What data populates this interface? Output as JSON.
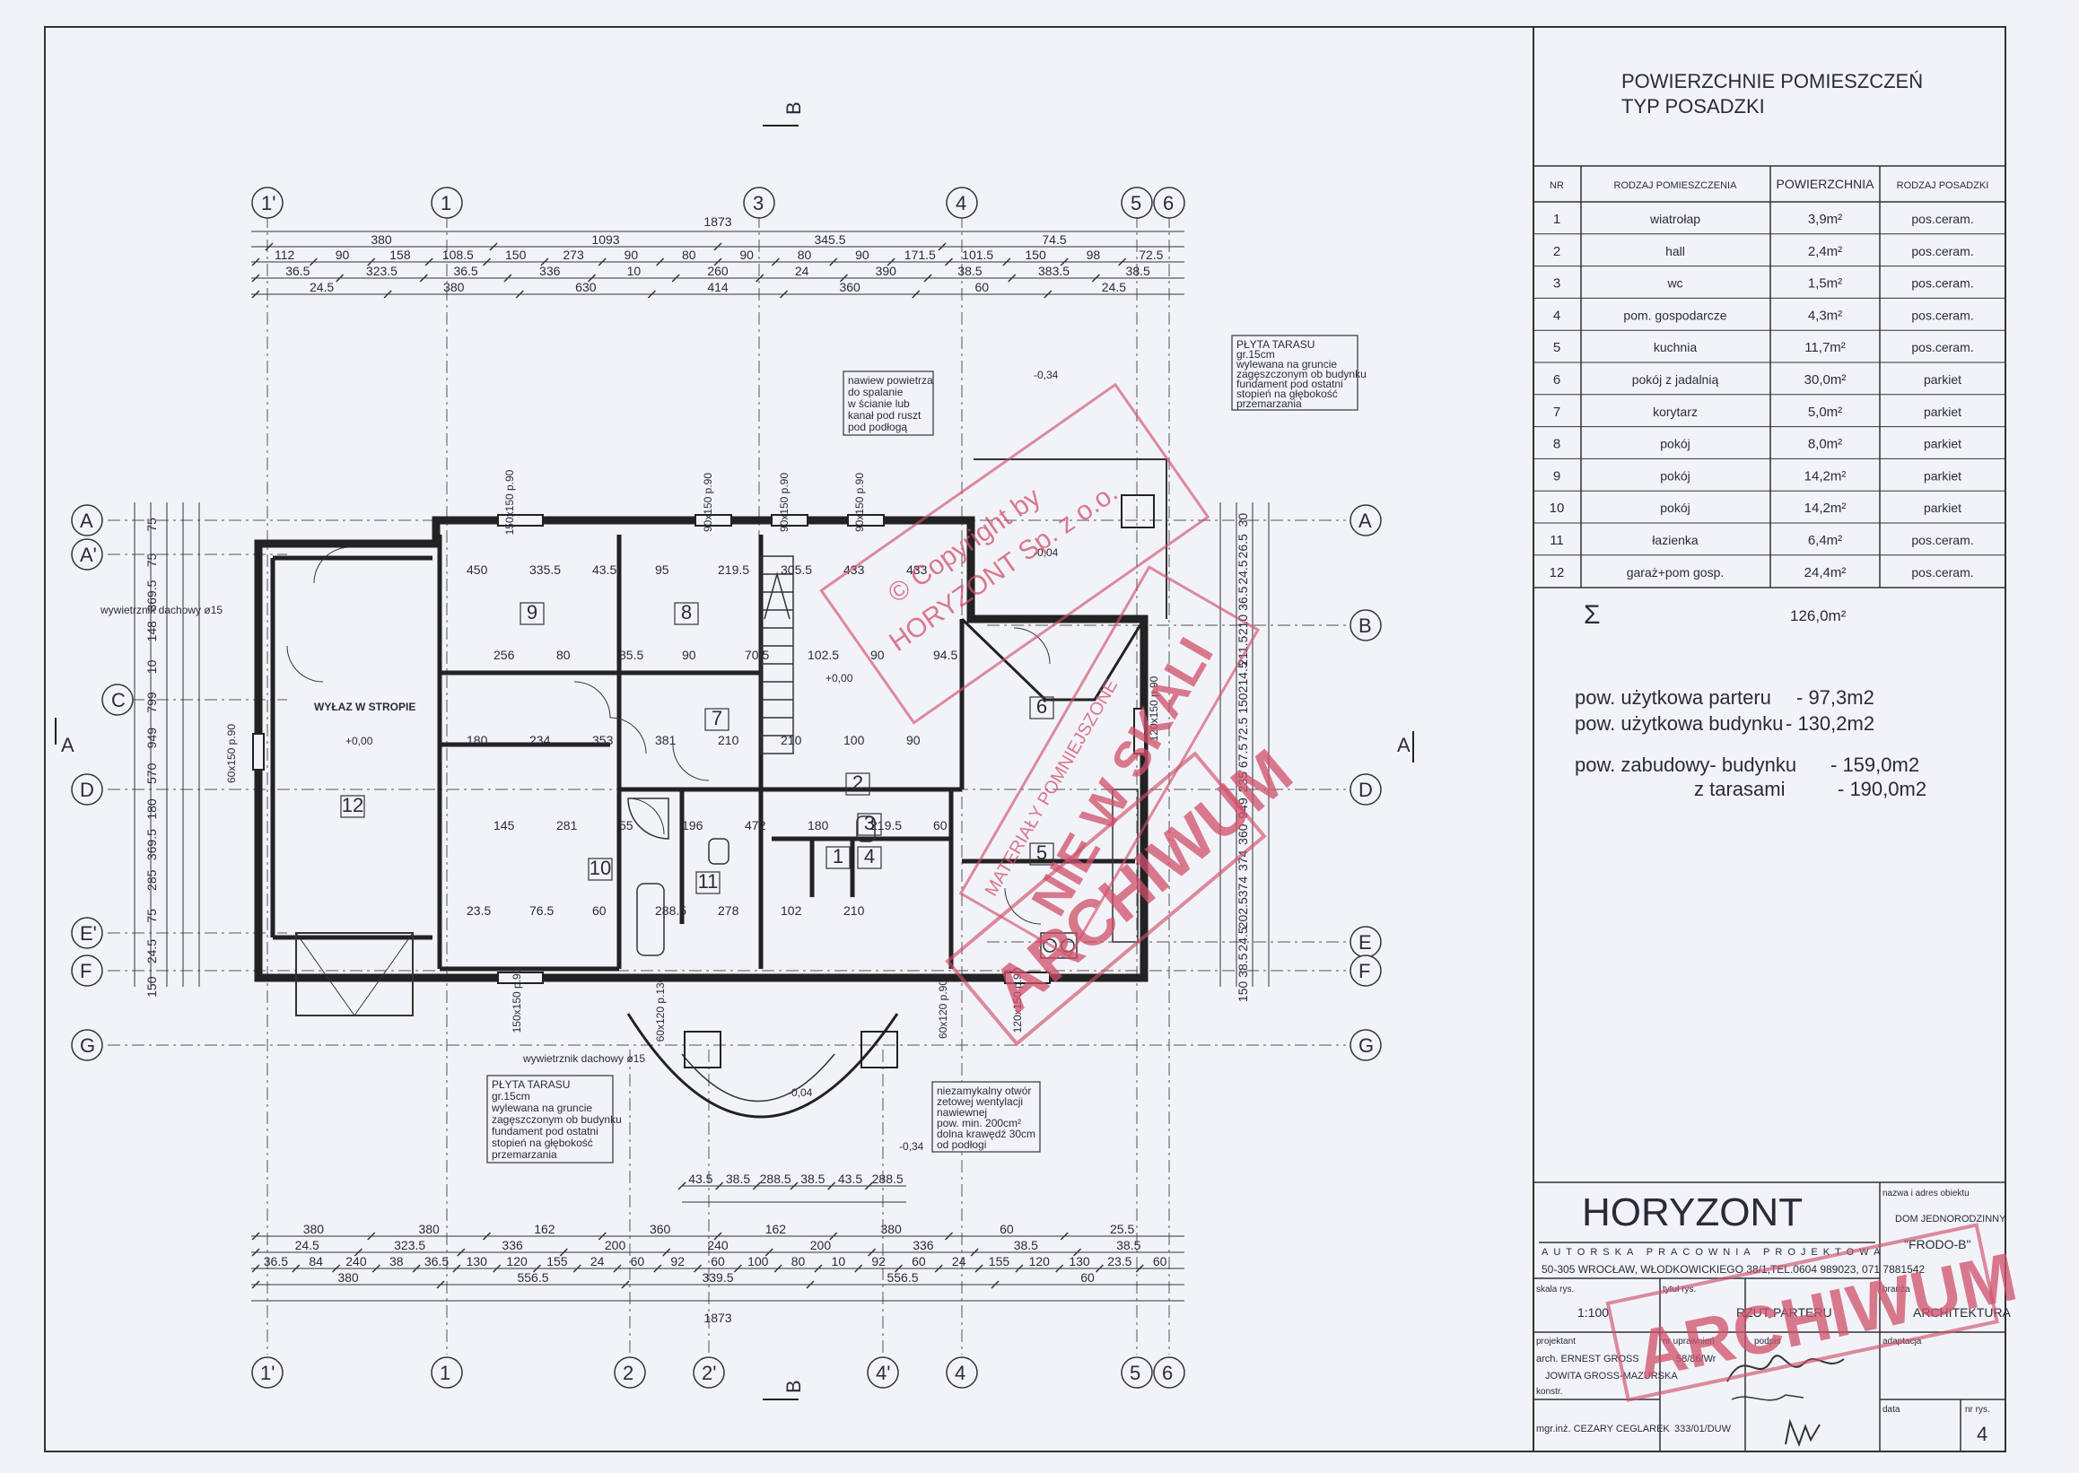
{
  "room_table": {
    "title": "POWIERZCHNIE POMIESZCZEŃ",
    "subtitle": "TYP POSADZKI",
    "headers": [
      "NR",
      "RODZAJ POMIESZCZENIA",
      "POWIERZCHNIA",
      "RODZAJ POSADZKI"
    ],
    "rows": [
      {
        "nr": "1",
        "name": "wiatrołap",
        "area": "3,9m²",
        "floor": "pos.ceram."
      },
      {
        "nr": "2",
        "name": "hall",
        "area": "2,4m²",
        "floor": "pos.ceram."
      },
      {
        "nr": "3",
        "name": "wc",
        "area": "1,5m²",
        "floor": "pos.ceram."
      },
      {
        "nr": "4",
        "name": "pom. gospodarcze",
        "area": "4,3m²",
        "floor": "pos.ceram."
      },
      {
        "nr": "5",
        "name": "kuchnia",
        "area": "11,7m²",
        "floor": "pos.ceram."
      },
      {
        "nr": "6",
        "name": "pokój z jadalnią",
        "area": "30,0m²",
        "floor": "parkiet"
      },
      {
        "nr": "7",
        "name": "korytarz",
        "area": "5,0m²",
        "floor": "parkiet"
      },
      {
        "nr": "8",
        "name": "pokój",
        "area": "8,0m²",
        "floor": "parkiet"
      },
      {
        "nr": "9",
        "name": "pokój",
        "area": "14,2m²",
        "floor": "parkiet"
      },
      {
        "nr": "10",
        "name": "pokój",
        "area": "14,2m²",
        "floor": "parkiet"
      },
      {
        "nr": "11",
        "name": "łazienka",
        "area": "6,4m²",
        "floor": "pos.ceram."
      },
      {
        "nr": "12",
        "name": "garaż+pom gosp.",
        "area": "24,4m²",
        "floor": "pos.ceram."
      }
    ],
    "sum_symbol": "Σ",
    "sum_value": "126,0m²"
  },
  "summary": {
    "line1_label": "pow. użytkowa parteru",
    "line1_value": "- 97,3m2",
    "line2_label": "pow. użytkowa budynku",
    "line2_value": "- 130,2m2",
    "line3_label": "pow. zabudowy- budynku",
    "line3_value": "- 159,0m2",
    "line4_label": "z tarasami",
    "line4_value": "- 190,0m2"
  },
  "title_block": {
    "company": "HORYZONT",
    "company_sub": "AUTORSKA PRACOWNIA PROJEKTOWA",
    "address": "50-305 WROCŁAW, WŁODKOWICKIEGO 38/1,TEL.0604 989023, 071 7881542",
    "object_label": "nazwa i adres obiektu",
    "object_name": "DOM JEDNORODZINNY",
    "object_code": "\"FRODO-B\"",
    "scale_label": "skala rys.",
    "scale": "1:100",
    "sheet_title_label": "tytuł rys.",
    "sheet_title": "RZUT PARTERU",
    "branch_label": "branża",
    "branch": "ARCHITEKTURA",
    "designer_label": "projektant",
    "designers": [
      "arch. ERNEST GROSS",
      "JOWITA GROSS-MAZURSKA"
    ],
    "constr_label": "konstr.",
    "constr": "mgr.inż. CEZARY CEGLAREK",
    "perm_label": "nr uprawnień",
    "perm": "58/86/Wr",
    "perm2": "333/01/DUW",
    "sign_label": "podpis",
    "adapt_label": "adaptacja",
    "date_label": "data",
    "sheet_no_label": "nr rys.",
    "sheet_no": "4"
  },
  "stamps": {
    "copyright_1": "© Copyright by",
    "copyright_2": "HORYZONT Sp. z o.o.",
    "material": "MATERIAŁY POMNIEJSZONE",
    "scale_warn": "NIE W SKALI",
    "archive": "ARCHIWUM"
  },
  "plan": {
    "axes_top": [
      "1'",
      "1",
      "3",
      "4",
      "5",
      "6"
    ],
    "axes_bottom": [
      "1'",
      "1",
      "2",
      "2'",
      "4'",
      "4",
      "5",
      "6"
    ],
    "axes_left": [
      "A",
      "A'",
      "C",
      "D",
      "E'",
      "F",
      "G"
    ],
    "axes_right": [
      "A",
      "B",
      "D",
      "E",
      "F",
      "G"
    ],
    "section_B": "B",
    "section_A": "A",
    "room_numbers": [
      "12",
      "9",
      "8",
      "10",
      "11",
      "7",
      "6",
      "5",
      "1",
      "2",
      "3",
      "4"
    ],
    "dims_top_total": "1873",
    "dims_top_2": [
      "380",
      "1093",
      "345.5",
      "74.5"
    ],
    "dims_top_3": [
      "112",
      "90",
      "158",
      "108.5",
      "150",
      "273",
      "90",
      "80",
      "90",
      "80",
      "90",
      "171.5",
      "101.5",
      "150",
      "98",
      "72.5"
    ],
    "dims_top_4": [
      "36.5",
      "323.5",
      "36.5",
      "336",
      "10",
      "260",
      "24",
      "390",
      "38.5",
      "383.5",
      "38.5"
    ],
    "dims_top_5": [
      "24.5",
      "380",
      "630",
      "414",
      "360",
      "60",
      "24.5"
    ],
    "dims_bottom_1": [
      "380",
      "380",
      "162",
      "360",
      "162",
      "380",
      "60",
      "25.5"
    ],
    "dims_bottom_2": [
      "24.5",
      "323.5",
      "336",
      "200",
      "240",
      "200",
      "336",
      "38.5",
      "38.5"
    ],
    "dims_bottom_3": [
      "36.5",
      "84",
      "240",
      "38",
      "36.5",
      "130",
      "120",
      "155",
      "24",
      "60",
      "92",
      "60",
      "100",
      "80",
      "10",
      "92",
      "60",
      "24",
      "155",
      "120",
      "130",
      "23.5",
      "60"
    ],
    "dims_bottom_4": [
      "380",
      "556.5",
      "339.5",
      "556.5",
      "60"
    ],
    "dims_bottom_total": "1873",
    "dims_terrace": [
      "43.5",
      "38.5",
      "288.5",
      "38.5",
      "43.5",
      "288.5"
    ],
    "note_vent": [
      "nawiew powietrza",
      "do spalanie",
      "w ścianie lub",
      "kanał pod ruszt",
      "pod podłogą"
    ],
    "note_terrace_top": [
      "PŁYTA TARASU",
      "gr.15cm",
      "wylewana na gruncie",
      "zagęszczonym ob budynku",
      "fundament pod ostatni",
      "stopień na głębokość",
      "przemarzania"
    ],
    "note_terrace_bottom": [
      "PŁYTA TARASU",
      "gr.15cm",
      "wylewana na gruncie",
      "zagęszczonym ob budynku",
      "fundament pod ostatni",
      "stopień na głębokość",
      "przemarzania"
    ],
    "note_opening": [
      "niezamykalny otwór",
      "zetowej wentylacji",
      "nawiewnej",
      "pow. min. 200cm²",
      "dolna krawędź 30cm",
      "od podłogi"
    ],
    "label_vent1": "wywietrznik dachowy ø15",
    "label_vent2": "wywietrznik dachowy ø15",
    "label_hatch": "WYŁAZ W STROPIE",
    "levels": [
      "+0,00",
      "+0,00",
      "-0,34",
      "-0,04",
      "-0,04",
      "-0,34"
    ],
    "windows": [
      "150x150 p.90",
      "90x150 p.90",
      "90x150 p.90",
      "90x150 p.90",
      "60x150 p.90",
      "150x150 p.90",
      "120x150 p.90",
      "60x120 p.130",
      "120x150 p.90",
      "60x120 p.90"
    ],
    "dims_left": [
      "75",
      "75",
      "369.5",
      "148",
      "10",
      "799",
      "949",
      "570",
      "180",
      "369.5",
      "285",
      "75",
      "24.5",
      "150"
    ],
    "dims_right": [
      "30",
      "26.5",
      "24.5",
      "36.5",
      "210",
      "211.5",
      "214.5",
      "150",
      "72.5",
      "67.5",
      "235",
      "949",
      "360",
      "374",
      "374",
      "202.5",
      "24.5",
      "38.5",
      "150"
    ],
    "interior_dims": [
      "450",
      "335.5",
      "43.5",
      "95",
      "219.5",
      "305.5",
      "433",
      "433",
      "256",
      "80",
      "85.5",
      "90",
      "70.5",
      "102.5",
      "90",
      "94.5",
      "180",
      "234",
      "353",
      "381",
      "210",
      "210",
      "100",
      "90",
      "145",
      "281",
      "55",
      "196",
      "472",
      "180",
      "219.5",
      "60",
      "23.5",
      "76.5",
      "60",
      "288.5",
      "278",
      "102",
      "210"
    ]
  }
}
